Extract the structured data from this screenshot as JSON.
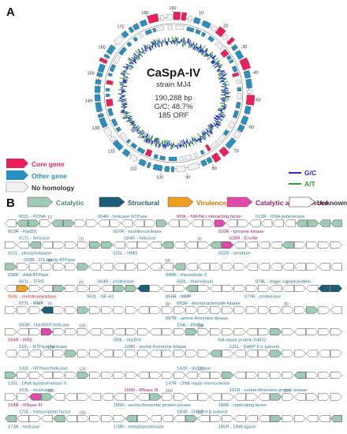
{
  "panel_a": {
    "letter": "A",
    "title": "CaSpA-IV",
    "strain": "strain MJ4",
    "size": "190,288 bp",
    "gc": "G/C: 48.7%",
    "orf": "185 ORF",
    "tick_labels": [
      "10",
      "20",
      "30",
      "40",
      "50",
      "60",
      "70",
      "80",
      "90",
      "100",
      "110",
      "120",
      "130",
      "140",
      "150",
      "160",
      "170",
      "180",
      "190"
    ],
    "legend_left": [
      {
        "label": "Core gene",
        "color": "#e8205c"
      },
      {
        "label": "Other gene",
        "color": "#2a8fbf"
      },
      {
        "label": "No homology",
        "color": "#f2f2f2"
      }
    ],
    "legend_right": [
      {
        "label": "G/C",
        "color": "#2a2ad0"
      },
      {
        "label": "A/T",
        "color": "#2aa02a"
      }
    ]
  },
  "panel_b": {
    "letter": "B",
    "category_legend": [
      {
        "label": "Catalytic",
        "color": "#9fcab3",
        "text_color": "#4a8a68"
      },
      {
        "label": "Structural",
        "color": "#1f5e78",
        "text_color": "#1f5e78"
      },
      {
        "label": "Virulence",
        "color": "#f0a020",
        "text_color": "#d07a00"
      },
      {
        "label": "Catalytic and virulence",
        "color": "#e04aa8",
        "text_color": "#a01a6a"
      },
      {
        "label": "Unknown",
        "color": "#ffffff",
        "text_color": "#333333"
      }
    ],
    "rows": [
      {
        "ruler": [
          "10"
        ],
        "labels_top": [
          {
            "text": "002L - PCNA",
            "color": "#2a7a95"
          },
          {
            "text": "004R - helicase NTPase",
            "color": "#2a7a95"
          },
          {
            "text": "009L - NIF/NLI interacting factor",
            "color": "#a01a6a"
          },
          {
            "text": "013R - DNA polymerase",
            "color": "#2a7a95"
          }
        ],
        "labels_bottom": [
          {
            "text": "003R - Rad50",
            "color": "#2a7a95"
          },
          {
            "text": "007R - exoribonuclease",
            "color": "#2a7a95"
          },
          {
            "text": "010R - tyrosine kinase",
            "color": "#a01a6a"
          }
        ]
      },
      {
        "ruler": [
          "20",
          "30"
        ],
        "labels_top": [
          {
            "text": "017L - helicase",
            "color": "#2a7a95"
          },
          {
            "text": "024R - helicase",
            "color": "#2a7a95"
          },
          {
            "text": "028R - Erv/Alr",
            "color": "#a01a6a"
          }
        ],
        "labels_bottom": [
          {
            "text": "022L - phospholipase",
            "color": "#2a7a95"
          },
          {
            "text": "025L - HMG",
            "color": "#2a7a95"
          },
          {
            "text": "032R - amidase",
            "color": "#2a7a95"
          }
        ]
      },
      {
        "ruler": [
          "40",
          "50"
        ],
        "labels_top": [
          {
            "text": "039R - DS family ATPase",
            "color": "#2a7a95"
          }
        ],
        "labels_bottom": [
          {
            "text": "038R - AAA ATPase",
            "color": "#2a7a95"
          },
          {
            "text": "048R - thioredoxin 2",
            "color": "#2a7a95"
          }
        ]
      },
      {
        "ruler": [
          "60"
        ],
        "labels_top": [
          {
            "text": "061L - TFIIS",
            "color": "#2a7a95"
          },
          {
            "text": "064R - proteinase",
            "color": "#2a7a95"
          },
          {
            "text": "068L - thioredoxin",
            "color": "#2a7a95"
          },
          {
            "text": "074L - major capsid protein",
            "color": "#1f5e78"
          }
        ],
        "labels_bottom": [
          {
            "text": "059L - metallopeptidase",
            "color": "#c0392b"
          },
          {
            "text": "063L - NF-H1",
            "color": "#2a7a95"
          },
          {
            "text": "065R - MMP",
            "color": "#1f5e78"
          },
          {
            "text": "070R - proteinase",
            "color": "#2a7a95"
          }
        ]
      },
      {
        "ruler": [
          "70",
          "80",
          "90"
        ],
        "labels_top": [
          {
            "text": "077L - MMP",
            "color": "#1f5e78"
          },
          {
            "text": "083R - deoxynucleoside kinase",
            "color": "#2a7a95"
          }
        ],
        "labels_bottom": [
          {
            "text": "087R - serine threonine kinase",
            "color": "#2a7a95"
          }
        ]
      },
      {
        "ruler": [
          "100",
          "110"
        ],
        "labels_top": [
          {
            "text": "093R - Uvr/REP helicase",
            "color": "#2a7a95"
          },
          {
            "text": "104L - RNRα",
            "color": "#2a7a95"
          }
        ],
        "labels_bottom": [
          {
            "text": "094R - RRβ",
            "color": "#a01a6a"
          },
          {
            "text": "099L - NUDIX",
            "color": "#2a7a95"
          },
          {
            "text": "NA repair protein RAD2",
            "color": "#2a7a95"
          }
        ]
      },
      {
        "ruler": [
          "120"
        ],
        "labels_top": [
          {
            "text": "116L - NTPase/helicase",
            "color": "#2a7a95"
          },
          {
            "text": "128R - serine threonine kinase",
            "color": "#2a7a95"
          },
          {
            "text": "131L - DdRP II α subunit",
            "color": "#2a7a95"
          }
        ],
        "labels_bottom": []
      },
      {
        "ruler": [
          "130",
          "140"
        ],
        "labels_top": [
          {
            "text": "132L - NTPase/helicase",
            "color": "#2a7a95"
          },
          {
            "text": "142R - dUTPase",
            "color": "#2a7a95"
          }
        ],
        "labels_bottom": [
          {
            "text": "135L - DNA topoisomerase II",
            "color": "#2a7a95"
          },
          {
            "text": "147R - DNA repair exonuclease",
            "color": "#2a7a95"
          }
        ]
      },
      {
        "ruler": [
          "150",
          "160",
          "170"
        ],
        "labels_top": [
          {
            "text": "153L - resolvase",
            "color": "#2a7a95"
          },
          {
            "text": "155R - RNase III",
            "color": "#a01a6a"
          },
          {
            "text": "161R - serine-threonine protein kinase",
            "color": "#2a7a95"
          }
        ],
        "labels_bottom": [
          {
            "text": "154R - RNase III",
            "color": "#a01a6a"
          },
          {
            "text": "156R - serine-threonine protein kinase",
            "color": "#2a7a95"
          },
          {
            "text": "168R - replicating factor",
            "color": "#2a7a95"
          }
        ]
      },
      {
        "ruler": [
          "180",
          "190"
        ],
        "labels_top": [
          {
            "text": "170L - transcription factor",
            "color": "#2a7a95"
          },
          {
            "text": "183R - DdRP II β subunit",
            "color": "#2a7a95"
          }
        ],
        "labels_bottom": [
          {
            "text": "173R - helicase",
            "color": "#2a7a95"
          },
          {
            "text": "178R - metalloproteinase",
            "color": "#2a7a95"
          },
          {
            "text": "185R - DNA ligase",
            "color": "#2a7a95"
          }
        ]
      }
    ]
  }
}
